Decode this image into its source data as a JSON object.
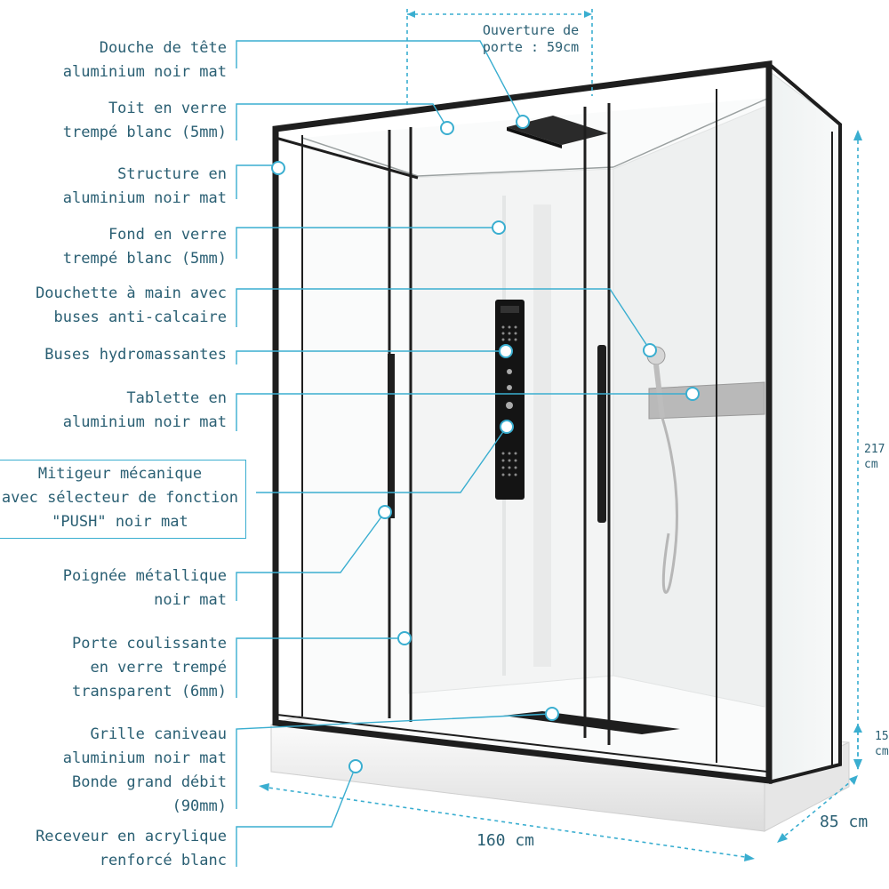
{
  "labels": [
    {
      "id": "shower-head",
      "lines": [
        "Douche de tête",
        "aluminium noir mat"
      ]
    },
    {
      "id": "glass-roof",
      "lines": [
        "Toit en verre",
        "trempé blanc (5mm)"
      ]
    },
    {
      "id": "frame",
      "lines": [
        "Structure en",
        "aluminium noir mat"
      ]
    },
    {
      "id": "back-glass",
      "lines": [
        "Fond en verre",
        "trempé blanc (5mm)"
      ]
    },
    {
      "id": "hand-shower",
      "lines": [
        "Douchette à main avec",
        "buses anti-calcaire"
      ]
    },
    {
      "id": "massage-jets",
      "lines": [
        "Buses hydromassantes"
      ]
    },
    {
      "id": "shelf",
      "lines": [
        "Tablette en",
        "aluminium noir mat"
      ]
    },
    {
      "id": "mixer",
      "lines": [
        "Mitigeur mécanique",
        "avec sélecteur de fonction",
        "\"PUSH\" noir mat"
      ]
    },
    {
      "id": "handle",
      "lines": [
        "Poignée métallique",
        "noir mat"
      ]
    },
    {
      "id": "sliding-door",
      "lines": [
        "Porte coulissante",
        "en verre trempé",
        "transparent (6mm)"
      ]
    },
    {
      "id": "drain-grille",
      "lines": [
        "Grille caniveau",
        "aluminium noir mat",
        "Bonde grand débit",
        "(90mm)"
      ]
    },
    {
      "id": "tray",
      "lines": [
        "Receveur en acrylique",
        "renforcé blanc"
      ]
    }
  ],
  "dimensions": {
    "door_opening": [
      "Ouverture de",
      "porte : 59cm"
    ],
    "height": [
      "217",
      "cm"
    ],
    "tray_height": [
      "15",
      "cm"
    ],
    "width": "160 cm",
    "depth": "85 cm"
  },
  "colors": {
    "accent": "#3aaed0",
    "label_text": "#2a5f73",
    "frame": "#1e1e1e"
  }
}
